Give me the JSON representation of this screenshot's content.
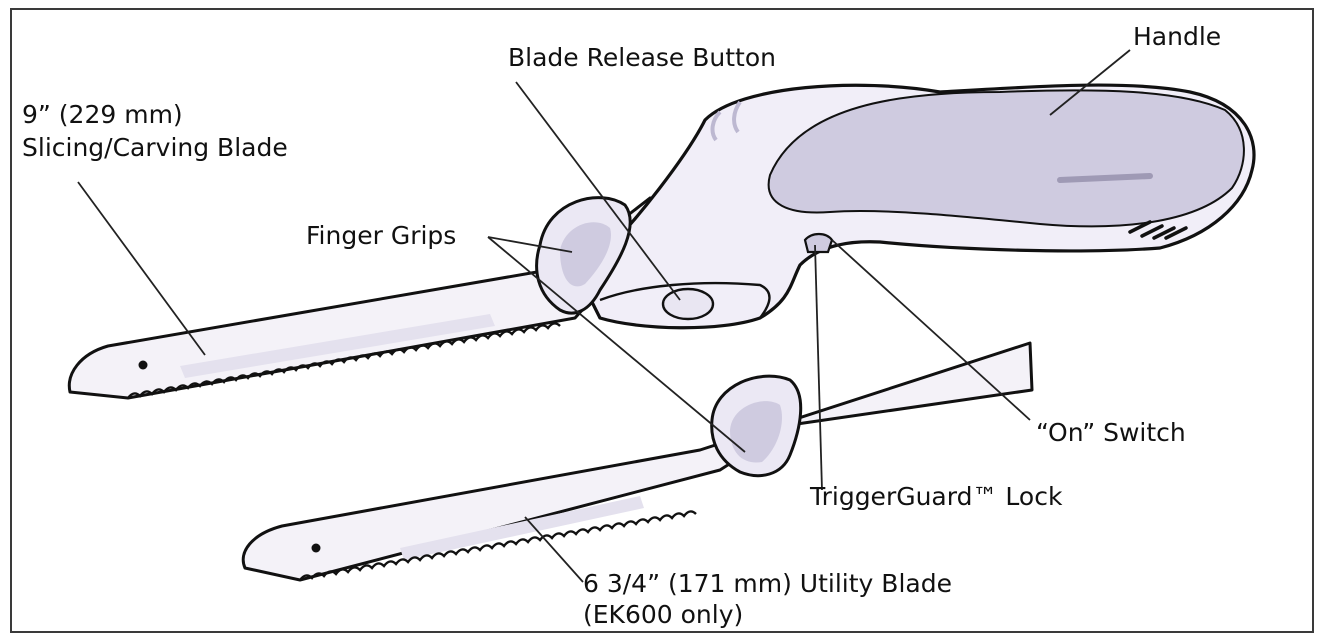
{
  "labels": {
    "slicing_blade_line1": "9” (229 mm)",
    "slicing_blade_line2": "Slicing/Carving Blade",
    "blade_release": "Blade Release Button",
    "handle": "Handle",
    "finger_grips": "Finger Grips",
    "on_switch": "“On” Switch",
    "trigger_lock": "TriggerGuard™ Lock",
    "utility_blade_line1": "6 3/4” (171 mm) Utility Blade",
    "utility_blade_line2": "(EK600 only)"
  },
  "colors": {
    "outline": "#111111",
    "body_fill": "#f1eef8",
    "accent_fill": "#cfcbe0",
    "blade_fill": "#f4f2f8",
    "leader": "#222222"
  }
}
